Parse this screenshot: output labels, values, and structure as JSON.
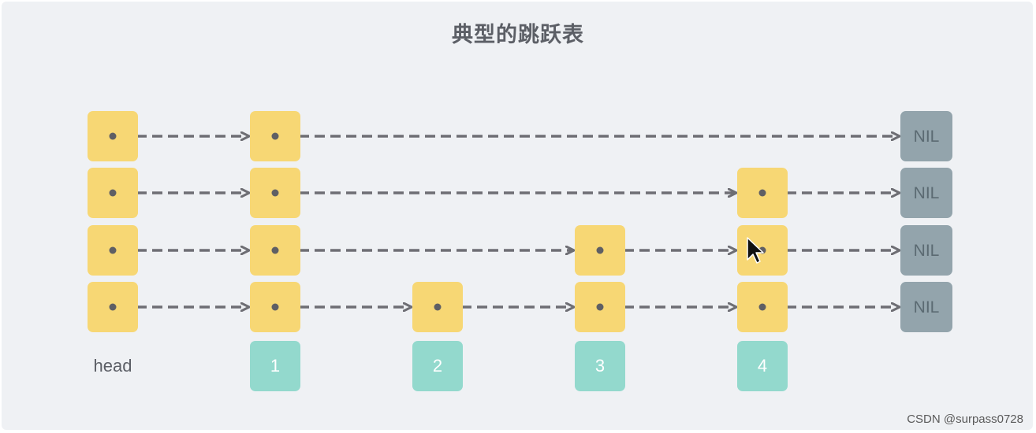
{
  "title": "典型的跳跃表",
  "head_label": "head",
  "nil_label": "NIL",
  "values": [
    "1",
    "2",
    "3",
    "4"
  ],
  "levels": [
    [
      true,
      true,
      false,
      false,
      false
    ],
    [
      true,
      true,
      false,
      false,
      true
    ],
    [
      true,
      true,
      false,
      true,
      true
    ],
    [
      true,
      true,
      true,
      true,
      true
    ]
  ],
  "colors": {
    "node": "#f7d774",
    "nil": "#93a4ac",
    "value": "#93d9cd",
    "arrow": "#6e6e74",
    "dot": "#5f5f64",
    "background": "#eff1f4"
  },
  "watermark": "CSDN @surpass0728",
  "icons": {
    "cursor": "cursor-arrow-icon"
  }
}
